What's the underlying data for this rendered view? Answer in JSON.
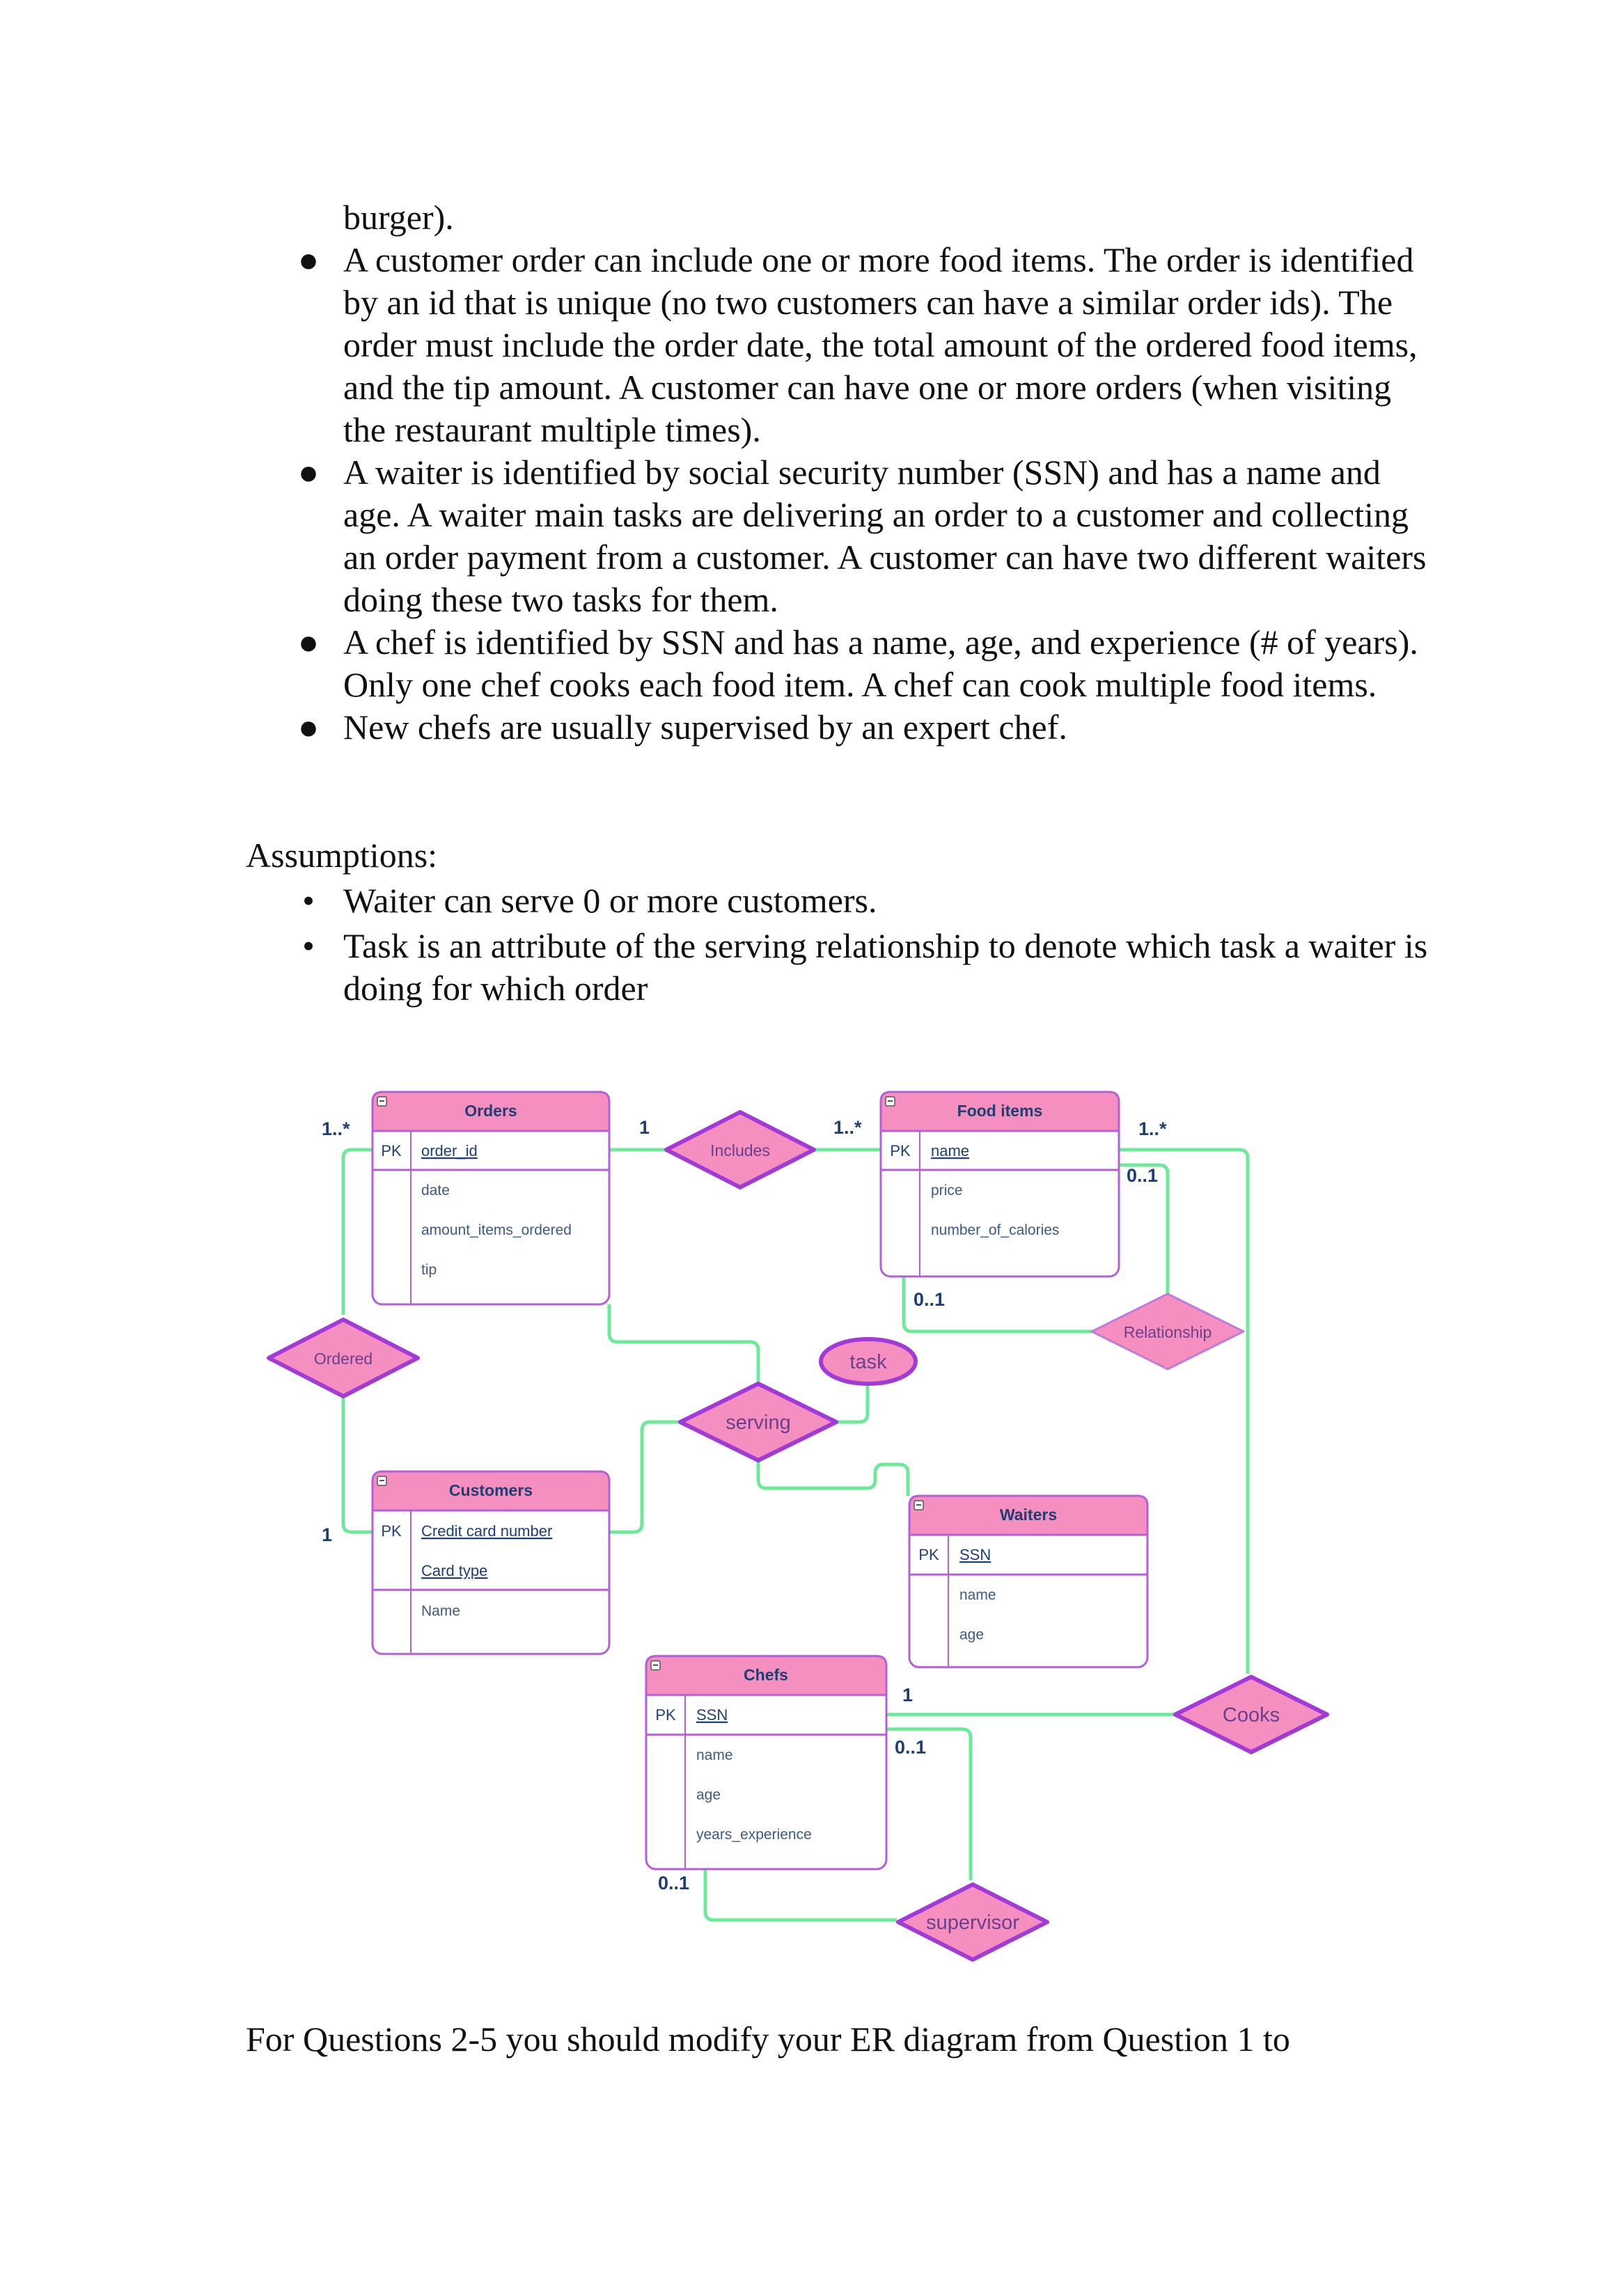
{
  "document": {
    "continuation": "burger).",
    "bullets": [
      "A customer order can include one or more food items. The order is identified by an id that is unique (no two customers can have a similar order ids). The order must include the order date, the total amount of the ordered food items, and the tip amount. A customer can have one or more orders (when visiting the restaurant multiple times).",
      "A waiter is identified by social security number (SSN) and has a name and age. A waiter main tasks are delivering an order to a customer and collecting an order payment from a customer. A customer can have two different waiters doing these two tasks for them.",
      "A chef is identified by SSN and has a name, age, and experience (# of years). Only one chef cooks each food item. A chef can cook multiple food items.",
      "New chefs are usually supervised by an expert chef."
    ],
    "bullet_glyph": "●",
    "assumptions_heading": "Assumptions:",
    "assumptions": [
      "Waiter can serve 0 or more customers.",
      "Task is an attribute of the serving relationship to denote which task a waiter is doing for which order"
    ],
    "assumption_glyph": "•",
    "footer": "For Questions 2-5 you should modify your ER diagram from Question 1 to"
  },
  "diagram": {
    "colors": {
      "entity_header": "#f48fbf",
      "entity_border": "#b45fd6",
      "relationship_fill": "#f48fbf",
      "relationship_border": "#a23ad8",
      "connector": "#6ee89a",
      "label_text": "#1f3f73"
    },
    "pk_label": "PK",
    "collapse_icon": "⊟",
    "entities": {
      "orders": {
        "title": "Orders",
        "pk": "order_id",
        "attributes": [
          "date",
          "amount_items_ordered",
          "tip"
        ]
      },
      "food_items": {
        "title": "Food items",
        "pk": "name",
        "attributes": [
          "price",
          "number_of_calories"
        ]
      },
      "customers": {
        "title": "Customers",
        "pk": [
          "Credit card number",
          "Card type"
        ],
        "attributes": [
          "Name"
        ]
      },
      "waiters": {
        "title": "Waiters",
        "pk": "SSN",
        "attributes": [
          "name",
          "age"
        ]
      },
      "chefs": {
        "title": "Chefs",
        "pk": "SSN",
        "attributes": [
          "name",
          "age",
          "years_experience"
        ]
      }
    },
    "relationships": {
      "includes": "Includes",
      "ordered": "Ordered",
      "relationship": "Relationship",
      "serving": "serving",
      "cooks": "Cooks",
      "supervisor": "supervisor"
    },
    "attribute_ellipse": "task",
    "cardinalities": {
      "orders_ordered": "1..*",
      "orders_includes": "1",
      "food_includes": "1..*",
      "food_cooks": "1..*",
      "food_relationship_top": "0..1",
      "food_relationship_bottom": "0..1",
      "customers_ordered": "1",
      "chefs_cooks": "1",
      "chefs_supervisor_right": "0..1",
      "chefs_supervisor_bottom": "0..1"
    }
  }
}
